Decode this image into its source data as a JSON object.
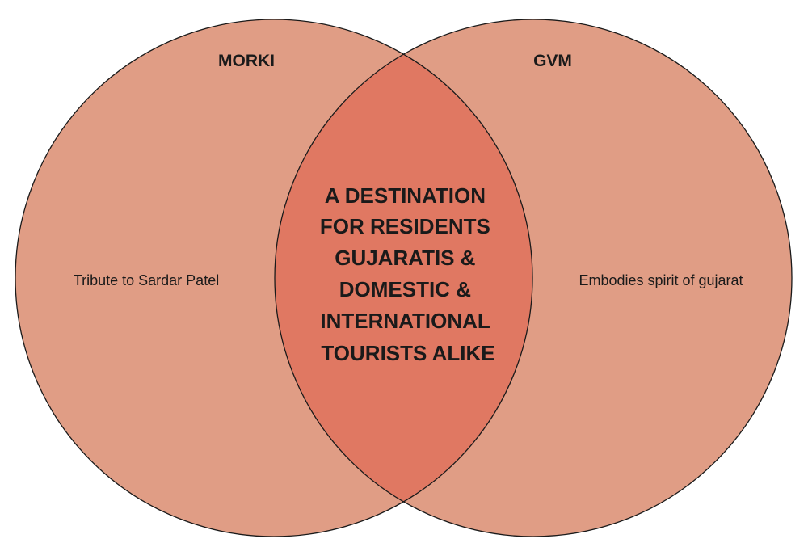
{
  "colors": {
    "circle_fill": "#e09d85",
    "overlap_fill": "#e07862",
    "outline": "#1a1a1a",
    "text": "#1a1a1a"
  },
  "left_circle": {
    "title": "MORKI",
    "text": "Tribute to Sardar Patel"
  },
  "right_circle": {
    "title": "GVM",
    "text": "Embodies spirit of gujarat"
  },
  "overlap": {
    "lines": [
      "A DESTINATION",
      "FOR RESIDENTS",
      "GUJARATIS &",
      "DOMESTIC &",
      "INTERNATIONAL",
      "TOURISTS ALIKE"
    ]
  }
}
